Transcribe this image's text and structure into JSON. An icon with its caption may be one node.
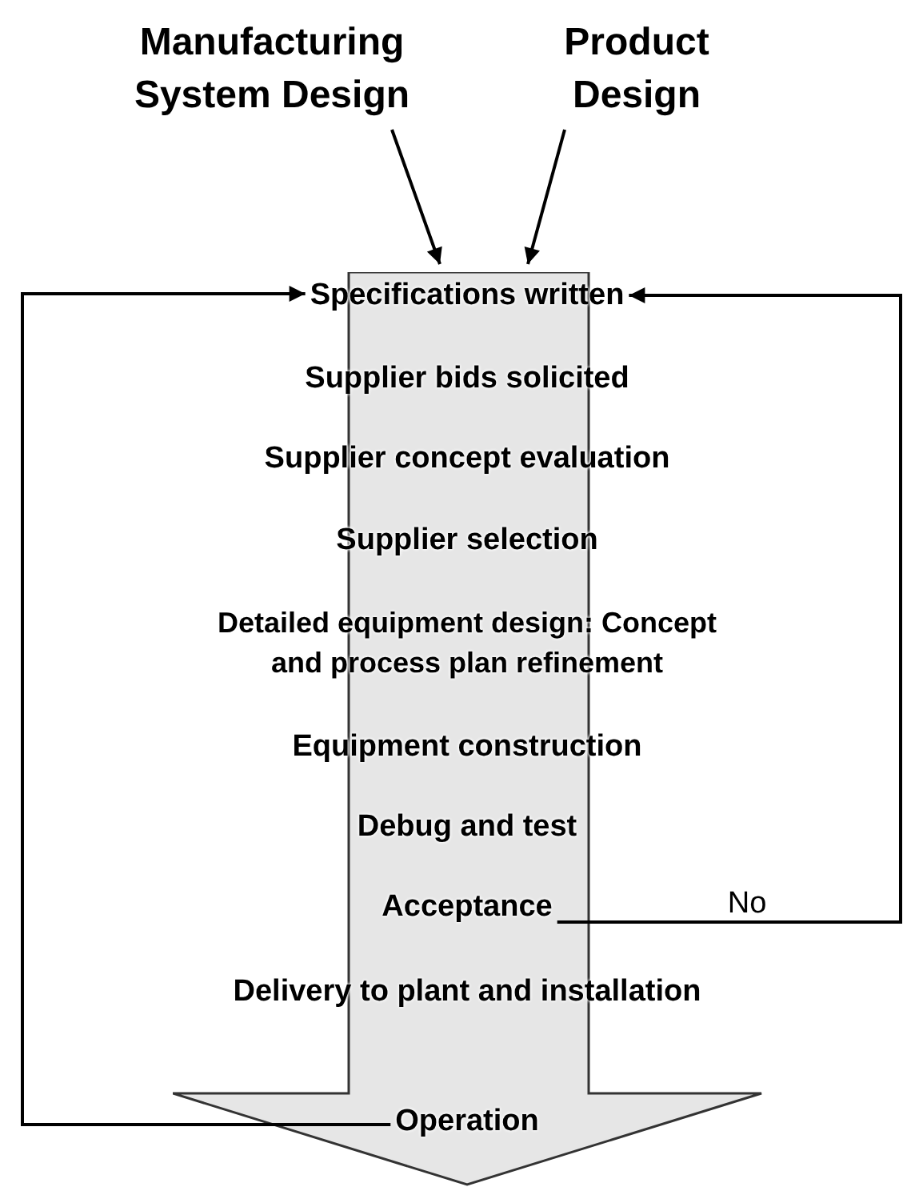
{
  "diagram": {
    "nodes": [
      {
        "text": [
          "Manufacturing System Design"
        ]
      },
      {
        "text": [
          "Product Design"
        ]
      },
      {
        "text": [],
        "shape": "arrow"
      },
      {
        "text": [
          "Specifications written"
        ],
        "in": 2
      },
      {
        "text": [
          "Supplier bids solicited"
        ],
        "in": 2
      },
      {
        "text": [
          "Supplier concept evaluation"
        ],
        "in": 2
      },
      {
        "text": [
          "Supplier selection"
        ],
        "in": 2
      },
      {
        "text": [
          "Detailed equipment design: Concept and process plan refinement"
        ],
        "in": 2
      },
      {
        "text": [
          "Equipment construction"
        ],
        "in": 2
      },
      {
        "text": [
          "Debug and test"
        ],
        "in": 2
      },
      {
        "text": [
          "Acceptance"
        ],
        "in": 2
      },
      {
        "text": [
          "Delivery to plant and installation"
        ],
        "in": 2
      },
      {
        "text": [
          "Operation"
        ],
        "in": 2
      }
    ],
    "edges": [
      {
        "from": 0,
        "to": 2,
        "arrow": "to"
      },
      {
        "from": 1,
        "to": 2,
        "arrow": "to"
      },
      {
        "from": 12,
        "to": 3,
        "arrow": "to"
      },
      {
        "from": 10,
        "to": 3,
        "arrow": "to",
        "label": "No"
      }
    ]
  }
}
